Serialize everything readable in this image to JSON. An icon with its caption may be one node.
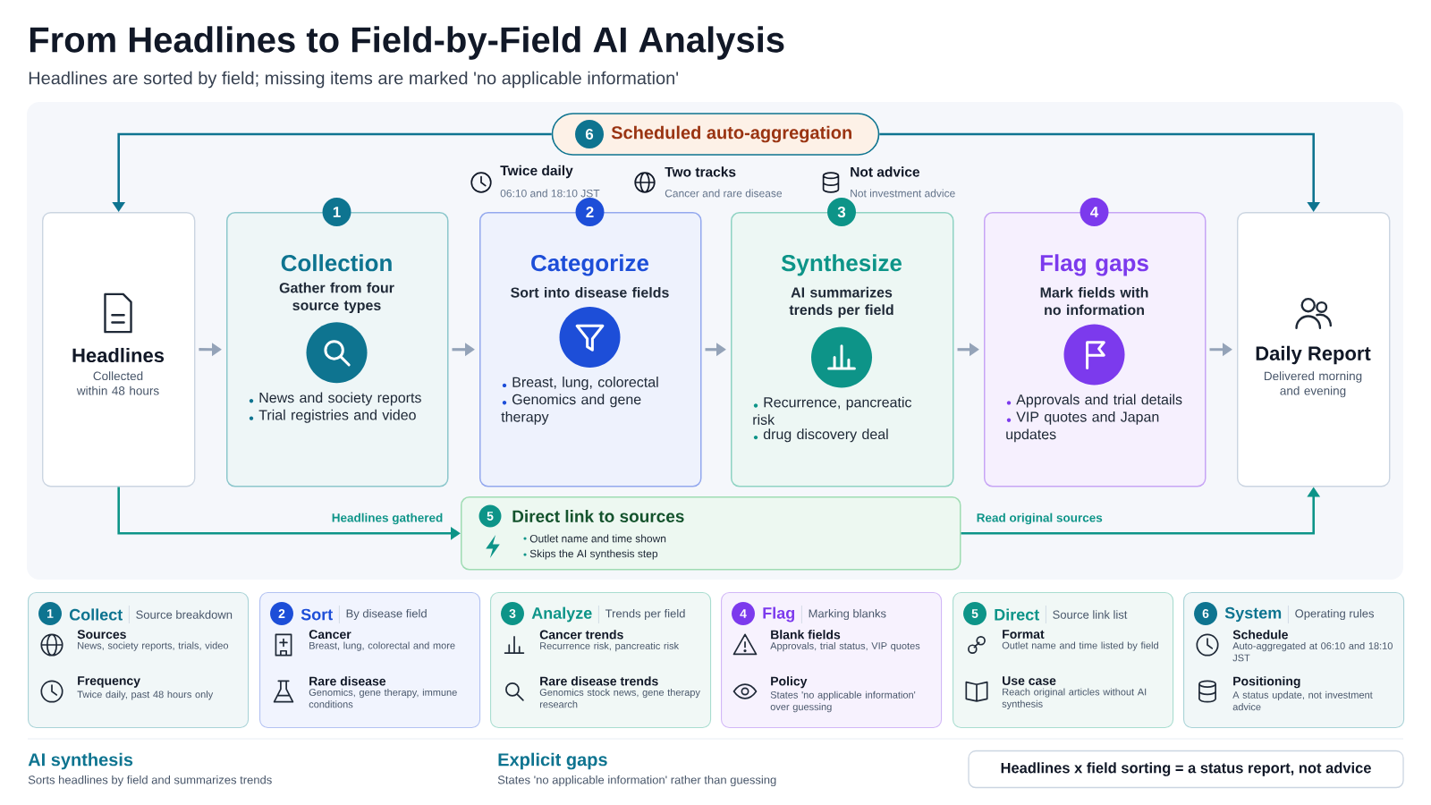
{
  "diagram": {
    "title": "From Headlines to Field-by-Field AI Analysis",
    "nodes": [
      {
        "text": [
          "Headlines",
          "Collected within 48 hours"
        ]
      },
      {
        "text": [
          "1",
          "Collection",
          "Gather from four source types",
          "News and society reports",
          "Trial registries and video"
        ]
      },
      {
        "text": [
          "2",
          "Categorize",
          "Sort into disease fields",
          "Breast, lung, colorectal",
          "Genomics and gene therapy"
        ]
      },
      {
        "text": [
          "3",
          "Synthesize",
          "AI summarizes trends per field",
          "Recurrence, pancreatic risk",
          "drug discovery deal"
        ]
      },
      {
        "text": [
          "4",
          "Flag gaps",
          "Mark fields with no information",
          "Approvals and trial details",
          "VIP quotes and Japan updates"
        ]
      },
      {
        "text": [
          "Daily Report",
          "Delivered morning and evening"
        ]
      },
      {
        "text": [
          "6",
          "Scheduled auto-aggregation"
        ]
      },
      {
        "text": [
          "5",
          "Direct link to sources",
          "Outlet name and time shown",
          "Skips the AI synthesis step"
        ]
      },
      {
        "text": [
          "1",
          "Collect",
          "Source breakdown",
          "Sources",
          "News, society reports, trials, video",
          "Frequency",
          "Twice daily, past 48 hours only"
        ]
      },
      {
        "text": [
          "2",
          "Sort",
          "By disease field",
          "Cancer",
          "Breast, lung, colorectal and more",
          "Rare disease",
          "Genomics, gene therapy, immune conditions"
        ]
      },
      {
        "text": [
          "3",
          "Analyze",
          "Trends per field",
          "Cancer trends",
          "Recurrence risk, pancreatic risk",
          "Rare disease trends",
          "Genomics stock news, gene therapy research"
        ]
      },
      {
        "text": [
          "4",
          "Flag",
          "Marking blanks",
          "Blank fields",
          "Approvals, trial status, VIP quotes",
          "Policy",
          "States 'no applicable information' over guessing"
        ]
      },
      {
        "text": [
          "5",
          "Direct",
          "Source link list",
          "Format",
          "Outlet name and time listed by field",
          "Use case",
          "Reach original articles without AI synthesis"
        ]
      },
      {
        "text": [
          "6",
          "System",
          "Operating rules",
          "Schedule",
          "Auto-aggregated at 06:10 and 18:10 JST",
          "Positioning",
          "A status update, not investment advice"
        ]
      },
      {
        "text": [
          "Headlines x field sorting = a status report, not advice"
        ]
      }
    ],
    "edges": [
      {
        "from": 0,
        "to": 1,
        "arrow": "to"
      },
      {
        "from": 1,
        "to": 2,
        "arrow": "to"
      },
      {
        "from": 2,
        "to": 3,
        "arrow": "to"
      },
      {
        "from": 3,
        "to": 4,
        "arrow": "to"
      },
      {
        "from": 4,
        "to": 5,
        "arrow": "to"
      },
      {
        "from": 6,
        "to": 0,
        "arrow": "to",
        "color": "#0e7490"
      },
      {
        "from": 6,
        "to": 5,
        "arrow": "to",
        "color": "#0e7490"
      },
      {
        "from": 0,
        "to": 7,
        "arrow": "to",
        "label": "Headlines gathered",
        "color": "#0d9488"
      },
      {
        "from": 7,
        "to": 5,
        "arrow": "to",
        "label": "Read original sources",
        "color": "#0d9488"
      }
    ],
    "labels": [
      "Headlines are sorted by field; missing items are marked 'no applicable information'",
      "Twice daily",
      "06:10 and 18:10 JST",
      "Two tracks",
      "Cancer and rare disease",
      "Not advice",
      "Not investment advice",
      "AI synthesis",
      "Sorts headlines by field and summarizes trends",
      "Explicit gaps",
      "States 'no applicable information' rather than guessing"
    ]
  }
}
